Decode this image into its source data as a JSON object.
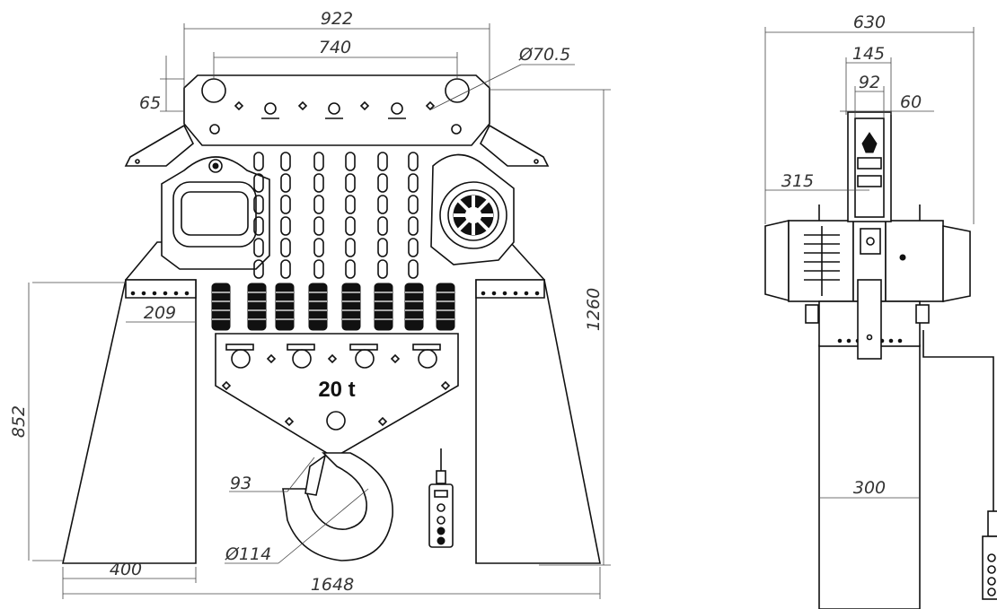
{
  "front_view": {
    "capacity_label": "20 t",
    "dimensions": {
      "overall_width_top": "922",
      "hole_spacing": "740",
      "hole_diameter": "Ø70.5",
      "hole_offset": "65",
      "overall_height": "1260",
      "leg_height": "852",
      "leg_top_width": "209",
      "leg_bottom_width": "400",
      "overall_base_width": "1648",
      "hook_opening": "93",
      "hook_diameter": "Ø114"
    }
  },
  "side_view": {
    "dimensions": {
      "overall_depth": "630",
      "plate_width": "145",
      "inner_width": "92",
      "plate_thickness": "60",
      "offset": "315",
      "leg_width": "300"
    }
  }
}
